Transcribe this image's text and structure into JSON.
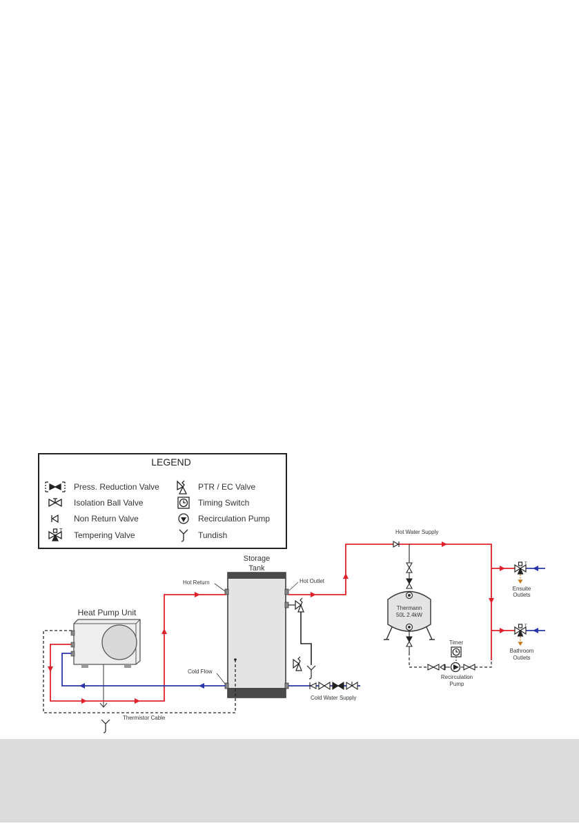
{
  "colors": {
    "hot": "#e0202a",
    "cold": "#2a36a8",
    "line": "#222222",
    "tank_body": "#e4e4e4",
    "tank_cap": "#4a4a4a",
    "footer": "#dcdcdc"
  },
  "legend": {
    "title": "LEGEND",
    "items": [
      {
        "icon": "press-reduction-valve-icon",
        "label": "Press. Reduction Valve"
      },
      {
        "icon": "isolation-ball-valve-icon",
        "label": "Isolation Ball Valve"
      },
      {
        "icon": "non-return-valve-icon",
        "label": "Non Return Valve"
      },
      {
        "icon": "tempering-valve-icon",
        "label": "Tempering Valve"
      },
      {
        "icon": "ptr-ec-valve-icon",
        "label": "PTR / EC Valve"
      },
      {
        "icon": "timing-switch-icon",
        "label": "Timing Switch"
      },
      {
        "icon": "recirculation-pump-icon",
        "label": "Recirculation Pump"
      },
      {
        "icon": "tundish-icon",
        "label": "Tundish"
      }
    ]
  },
  "diagram": {
    "storage_tank": "Storage\nTank",
    "storage_line1": "Storage",
    "storage_line2": "Tank",
    "heat_pump_unit": "Heat Pump Unit",
    "hot_return": "Hot Return",
    "hot_outlet": "Hot Outlet",
    "cold_flow": "Cold Flow",
    "thermistor_cable": "Thermistor Cable",
    "cold_water_supply": "Cold Water Supply",
    "hot_water_supply": "Hot Water Supply",
    "thermann_line1": "Thermann",
    "thermann_line2": "50L 2.4kW",
    "timer": "Timer",
    "recirc_line1": "Recirculation",
    "recirc_line2": "Pump",
    "ensuite_line1": "Ensuite",
    "ensuite_line2": "Outlets",
    "bathroom_line1": "Bathroom",
    "bathroom_line2": "Outlets",
    "tempering_mark": "T"
  }
}
